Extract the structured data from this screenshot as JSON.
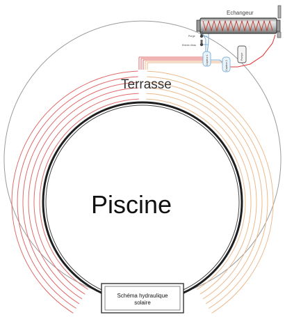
{
  "labels": {
    "echangeur": "Echangeur",
    "terrasse": "Terrasse",
    "piscine": "Piscine",
    "caption_line1": "Schéma hydraulique",
    "caption_line2": "solaire",
    "purge": "Purge",
    "entree_eau": "Entrée d'eau",
    "capteur_1": "Capteur 1",
    "capteur_2": "Capteur 2",
    "pompe": "Pompe"
  },
  "colors": {
    "hot_pipe": "#e06a6a",
    "warm_pipe": "#ecb98c",
    "blue_pipe": "#7fb0d8",
    "outline": "#222222",
    "light_outline": "#9a9a9a"
  },
  "icons": [
    "valve-icon",
    "tap-icon",
    "pump-icon",
    "sensor-icon"
  ]
}
